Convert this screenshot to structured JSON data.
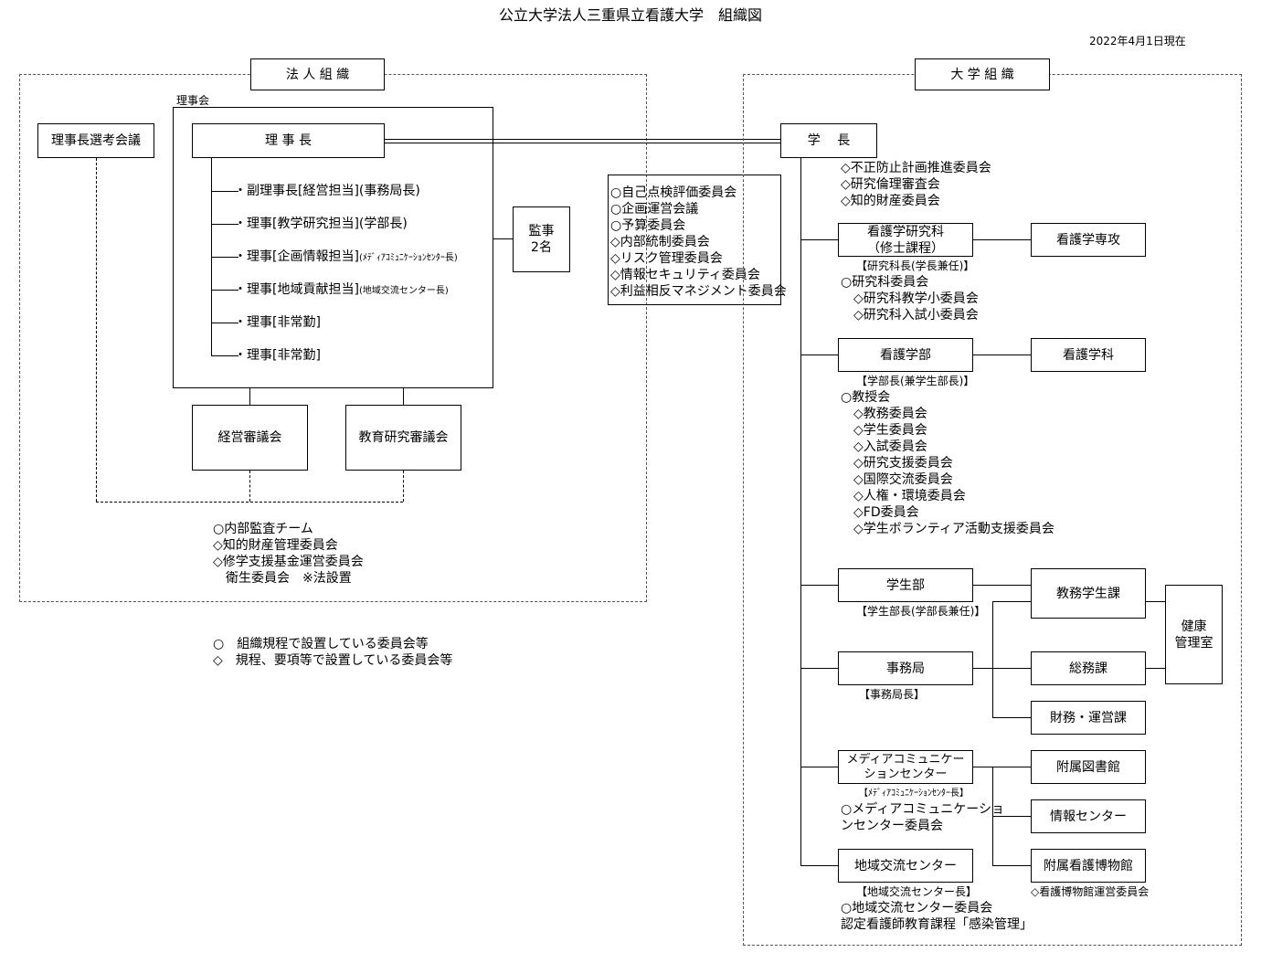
{
  "title": "公立大学法人三重県立看護大学　組織図",
  "date": "2022年4月1日現在",
  "corp": {
    "header": "法 人 組 織",
    "board_label": "理事会",
    "chairman_selection": "理事長選考会議",
    "chairman": "理 事 長",
    "directors": [
      {
        "main": "・副理事長[経営担当](事務局長)",
        "note": ""
      },
      {
        "main": "・理事[教学研究担当](学部長)",
        "note": ""
      },
      {
        "main": "・理事[企画情報担当]",
        "note": "(ﾒﾃﾞｨｱｺﾐｭﾆｹｰｼｮﾝｾﾝﾀｰ長)"
      },
      {
        "main": "・理事[地域貢献担当]",
        "note": "(地域交流センター長)"
      },
      {
        "main": "・理事[非常勤]",
        "note": ""
      },
      {
        "main": "・理事[非常勤]",
        "note": ""
      }
    ],
    "auditor_line1": "監事",
    "auditor_line2": "2名",
    "management_council": "経営審議会",
    "education_council": "教育研究審議会",
    "committees": [
      "○内部監査チーム",
      "◇知的財産管理委員会",
      "◇修学支援基金運営委員会",
      "　衛生委員会　※法設置"
    ]
  },
  "legend": [
    "○　組織規程で設置している委員会等",
    "◇　規程、要項等で設置している委員会等"
  ],
  "middle_committees": [
    "○自己点検評価委員会",
    "○企画運営会議",
    "○予算委員会",
    "◇内部統制委員会",
    "◇リスク管理委員会",
    "◇情報セキュリティ委員会",
    "◇利益相反マネジメント委員会"
  ],
  "univ": {
    "header": "大 学 組 織",
    "president": "学　 長",
    "president_committees": [
      "◇不正防止計画推進委員会",
      "◇研究倫理審査会",
      "◇知的財産委員会"
    ],
    "grad_school_line1": "看護学研究科",
    "grad_school_line2": "（修士課程）",
    "grad_major": "看護学専攻",
    "grad_head": "【研究科長(学長兼任)】",
    "grad_committees": [
      "○研究科委員会",
      "　◇研究科教学小委員会",
      "　◇研究科入試小委員会"
    ],
    "faculty": "看護学部",
    "department": "看護学科",
    "faculty_head": "【学部長(兼学生部長)】",
    "faculty_committees": [
      "○教授会",
      "　◇教務委員会",
      "　◇学生委員会",
      "　◇入試委員会",
      "　◇研究支援委員会",
      "　◇国際交流委員会",
      "　◇人権・環境委員会",
      "　◇FD委員会",
      "　◇学生ボランティア活動支援委員会"
    ],
    "student_affairs": "学生部",
    "student_head": "【学生部長(学部長兼任)】",
    "academic_student_div": "教務学生課",
    "health_line1": "健康",
    "health_line2": "管理室",
    "secretariat": "事務局",
    "secretariat_head": "【事務局長】",
    "general_affairs": "総務課",
    "finance": "財務・運営課",
    "media_center_line1": "メディアコミュニケー",
    "media_center_line2": "ションセンター",
    "media_head": "【ﾒﾃﾞｨｱｺﾐｭﾆｹｰｼｮﾝｾﾝﾀｰ長】",
    "media_committee_line1": "○メディアコミュニケーショ",
    "media_committee_line2": "ンセンター委員会",
    "library": "附属図書館",
    "info_center": "情報センター",
    "museum": "附属看護博物館",
    "museum_committee": "◇看護博物館運営委員会",
    "regional_center": "地域交流センター",
    "regional_head": "【地域交流センター長】",
    "regional_committees": [
      "○地域交流センター委員会",
      "認定看護師教育課程「感染管理」"
    ]
  }
}
